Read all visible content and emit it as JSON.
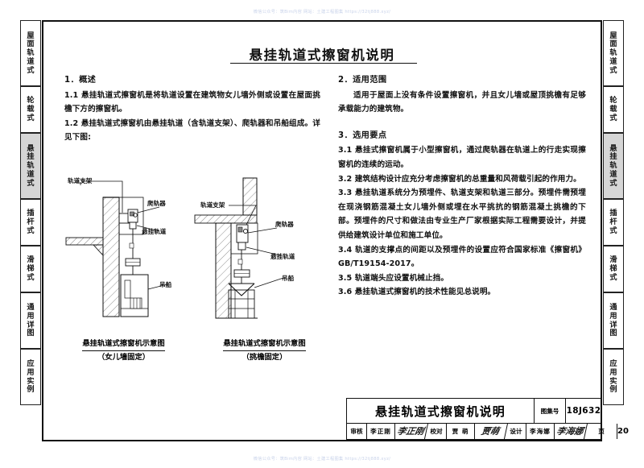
{
  "watermark": {
    "top": "微信公众号：筑Bim内容    网站：土建工程图集 https://32tj888.xyz/",
    "bottom": "微信公众号：筑Bim内容    网站：土建工程图集 https://32tj888.xyz/"
  },
  "header": {
    "title": "悬挂轨道式擦窗机说明"
  },
  "side_tabs": [
    {
      "chars": [
        "屋",
        "面",
        "轨",
        "道",
        "式"
      ],
      "active": false
    },
    {
      "chars": [
        "轮",
        "载",
        "式"
      ],
      "active": false
    },
    {
      "chars": [
        "悬",
        "挂",
        "轨",
        "道",
        "式"
      ],
      "active": true
    },
    {
      "chars": [
        "插",
        "杆",
        "式"
      ],
      "active": false
    },
    {
      "chars": [
        "滑",
        "梯",
        "式"
      ],
      "active": false
    },
    {
      "chars": [
        "通",
        "用",
        "详",
        "图"
      ],
      "active": false
    },
    {
      "chars": [
        "应",
        "用",
        "实",
        "例"
      ],
      "active": false
    }
  ],
  "left_column": {
    "section1_head": "1．概述",
    "p11": "1.1 悬挂轨道式擦窗机是将轨道设置在建筑物女儿墙外侧或设置在屋面挑檐下方的擦窗机。",
    "p12": "1.2 悬挂轨道式擦窗机由悬挂轨道（含轨道支架）、爬轨器和吊船组成。详见下图:"
  },
  "right_column": {
    "section2_head": "2．适用范围",
    "p21": "适用于屋面上没有条件设置擦窗机，并且女儿墙或屋顶挑檐有足够承载能力的建筑物。",
    "section3_head": "3．选用要点",
    "p31": "3.1 悬挂式擦窗机属于小型擦窗机，通过爬轨器在轨道上的行走实现擦窗机的连续的运动。",
    "p32": "3.2 建筑结构设计应充分考虑擦窗机的总重量和风荷载引起的作用力。",
    "p33": "3.3 悬挂轨道系统分为预埋件、轨道支架和轨道三部分。预埋件需预埋在现浇钢筋混凝土女儿墙外侧或埋在水平挑抗的钢筋混凝土挑檐的下部。预埋件的尺寸和做法由专业生产厂家根据实际工程需要设计，并提供给建筑设计单位和施工单位。",
    "p34": "3.4 轨道的支撑点的间距以及预埋件的设置应符合国家标准《擦窗机》GB/T19154-2017。",
    "p35": "3.5 轨道端头应设置机械止挡。",
    "p36": "3.6 悬挂轨道式擦窗机的技术性能见总说明。"
  },
  "diagrams": {
    "left": {
      "labels": {
        "bracket": "轨道支架",
        "climber": "爬轨器",
        "rail": "悬挂轨道",
        "gondola": "吊船"
      },
      "caption_line1": "悬挂轨道式擦窗机示意图",
      "caption_line2": "（女儿墙固定）"
    },
    "right": {
      "labels": {
        "bracket": "轨道支架",
        "climber": "爬轨器",
        "rail": "悬挂轨道",
        "gondola": "吊船"
      },
      "caption_line1": "悬挂轨道式擦窗机示意图",
      "caption_line2": "（挑檐固定）"
    }
  },
  "title_block": {
    "drawing_name": "悬挂轨道式擦窗机说明",
    "number_label": "图集号",
    "number_value": "18J632",
    "review_label": "审核",
    "review_person": "李正刚",
    "review_sign": "李正刚",
    "check_label": "校对",
    "check_person": "贾 萌",
    "check_sign": "贾萌",
    "design_label": "设计",
    "design_person": "李海娜",
    "design_sign": "李海娜",
    "page_label": "页",
    "page_value": "20"
  },
  "colors": {
    "ink": "#111111",
    "tab_active_bg": "#d6d6d6",
    "watermark": "#c9d3ea"
  }
}
